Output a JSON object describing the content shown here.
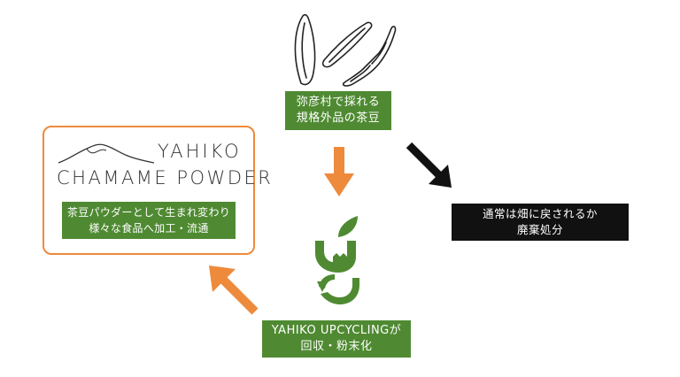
{
  "source": {
    "line1": "弥彦村で採れる",
    "line2": "規格外品の茶豆"
  },
  "discard": {
    "line1": "通常は畑に戻されるか",
    "line2": "廃棄処分"
  },
  "upcycle": {
    "line1": "YAHIKO UPCYCLINGが",
    "line2": "回収・粉末化"
  },
  "product": {
    "brand_line1": "YAHIKO",
    "brand_line2": "CHAMAME POWDER",
    "desc_line1": "茶豆パウダーとして生まれ変わり",
    "desc_line2": "様々な食品へ加工・流通"
  },
  "colors": {
    "green": "#4f8a32",
    "orange": "#ee8a3c",
    "black": "#111111"
  }
}
